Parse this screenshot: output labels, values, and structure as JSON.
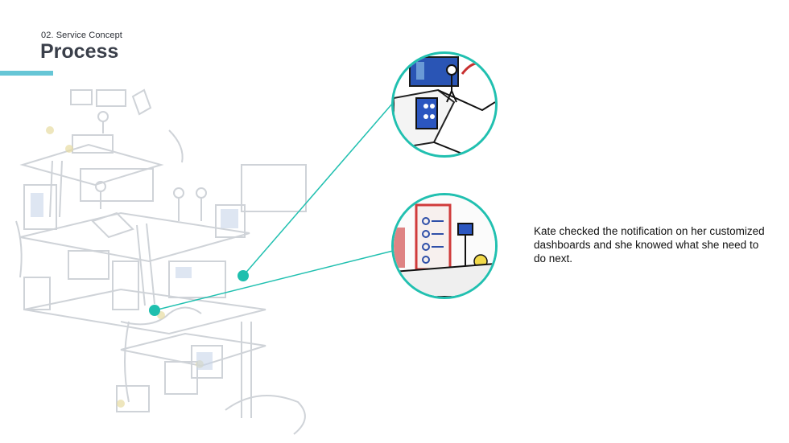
{
  "header": {
    "section_label": "02. Service Concept",
    "title": "Process"
  },
  "colors": {
    "accent": "#66c6d6",
    "callout": "#21c0b0",
    "sketch": "#cfd3d8"
  },
  "caption": {
    "text": "Kate checked the notification on her customized dashboards and she knowed what she need to do next."
  },
  "icons": [
    "sketch-illustration",
    "zoom-detail-top",
    "zoom-detail-bottom"
  ]
}
